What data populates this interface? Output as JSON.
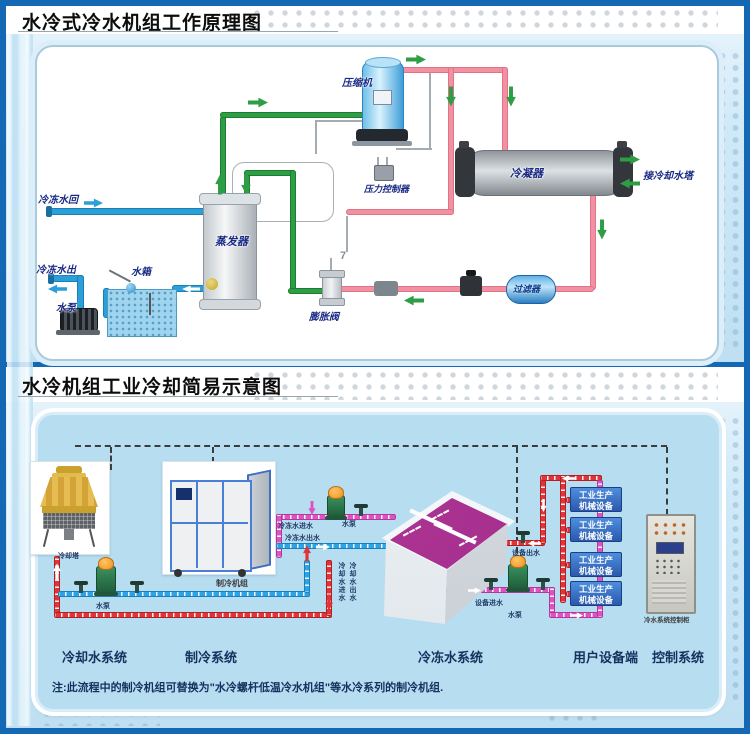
{
  "section1": {
    "title": "水冷式冷水机组工作原理图",
    "labels": {
      "chilled_water_return": "冷冻水回",
      "chilled_water_out": "冷冻水出",
      "water_tank": "水箱",
      "water_pump": "水泵",
      "evaporator": "蒸发器",
      "compressor": "压缩机",
      "pressure_controller": "压力控制器",
      "condenser": "冷凝器",
      "to_cooling_tower": "接冷却水塔",
      "expansion_valve": "膨胀阀",
      "filter": "过滤器",
      "capillary_mark": "7"
    }
  },
  "section2": {
    "title": "水冷机组工业冷却简易示意图",
    "labels": {
      "cooling_tower": "冷却塔",
      "pump": "水泵",
      "chiller_unit": "制冷机组",
      "chilled_in": "冷冻水进水",
      "chilled_out": "冷冻水出水",
      "cooling_in": "冷却水进水",
      "cooling_out": "冷却水出水",
      "equip_out": "设备出水",
      "equip_in": "设备进水",
      "control_cabinet": "冷水系统控制柜"
    },
    "equipment_boxes": [
      {
        "line1": "工业生产",
        "line2": "机械设备"
      },
      {
        "line1": "工业生产",
        "line2": "机械设备"
      },
      {
        "line1": "工业生产",
        "line2": "机械设备"
      },
      {
        "line1": "工业生产",
        "line2": "机械设备"
      }
    ],
    "systems": [
      "冷却水系统",
      "制冷系统",
      "冷冻水系统",
      "用户设备端",
      "控制系统"
    ],
    "note": "注:此流程中的制冷机组可替换为\"水冷螺杆低温冷水机组\"等水冷系列的制冷机组."
  },
  "colors": {
    "frame_blue": "#1468b4",
    "pipe_green": "#2e9e46",
    "pipe_pink": "#f191a2",
    "pipe_blue_top": "#2b9fd8",
    "pipe_red": "#e03438",
    "pipe_blue": "#2aa3e8",
    "pipe_magenta": "#e052c4",
    "tank_water": "#b02f96",
    "panel_bottom_bg": "#b7ddf1"
  }
}
